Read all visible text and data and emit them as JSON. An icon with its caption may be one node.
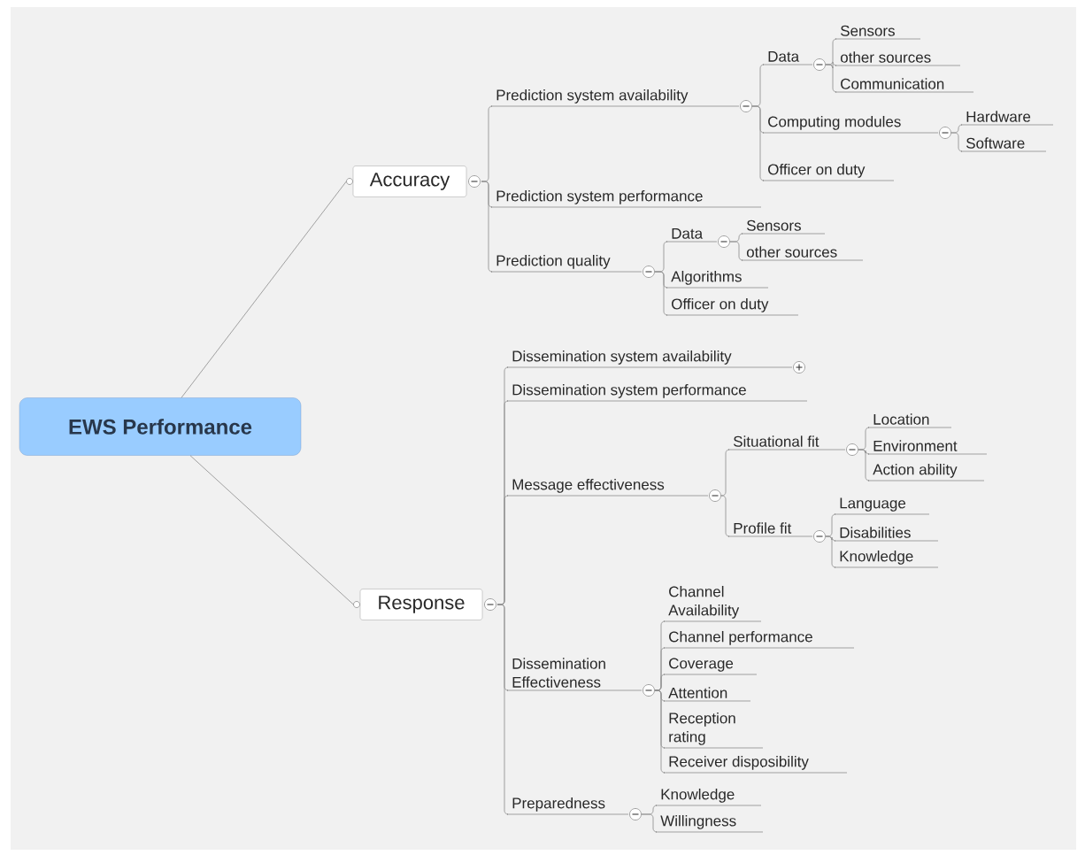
{
  "diagram": {
    "nodes": [
      {
        "text": [
          "EWS Performance"
        ]
      },
      {
        "text": [
          "Accuracy"
        ]
      },
      {
        "text": [
          "Prediction system availability"
        ]
      },
      {
        "text": [
          "Data"
        ]
      },
      {
        "text": [
          "Sensors"
        ]
      },
      {
        "text": [
          "other sources"
        ]
      },
      {
        "text": [
          "Communication"
        ]
      },
      {
        "text": [
          "Computing modules"
        ]
      },
      {
        "text": [
          "Hardware"
        ]
      },
      {
        "text": [
          "Software"
        ]
      },
      {
        "text": [
          "Officer on duty"
        ]
      },
      {
        "text": [
          "Prediction system performance"
        ]
      },
      {
        "text": [
          "Prediction quality"
        ]
      },
      {
        "text": [
          "Data"
        ]
      },
      {
        "text": [
          "Sensors"
        ]
      },
      {
        "text": [
          "other sources"
        ]
      },
      {
        "text": [
          "Algorithms"
        ]
      },
      {
        "text": [
          "Officer on duty"
        ]
      },
      {
        "text": [
          "Response"
        ]
      },
      {
        "text": [
          "Dissemination system availability"
        ]
      },
      {
        "text": [
          "Dissemination system performance"
        ]
      },
      {
        "text": [
          "Message effectiveness"
        ]
      },
      {
        "text": [
          "Situational fit"
        ]
      },
      {
        "text": [
          "Location"
        ]
      },
      {
        "text": [
          "Environment"
        ]
      },
      {
        "text": [
          "Action ability"
        ]
      },
      {
        "text": [
          "Profile fit"
        ]
      },
      {
        "text": [
          "Language"
        ]
      },
      {
        "text": [
          "Disabilities"
        ]
      },
      {
        "text": [
          "Knowledge"
        ]
      },
      {
        "text": [
          "Dissemination Effectiveness"
        ]
      },
      {
        "text": [
          "Channel Availability"
        ]
      },
      {
        "text": [
          "Channel performance"
        ]
      },
      {
        "text": [
          "Coverage"
        ]
      },
      {
        "text": [
          "Attention"
        ]
      },
      {
        "text": [
          "Reception rating"
        ]
      },
      {
        "text": [
          "Receiver disposibility"
        ]
      },
      {
        "text": [
          "Preparedness"
        ]
      },
      {
        "text": [
          "Knowledge"
        ]
      },
      {
        "text": [
          "Willingness"
        ]
      }
    ],
    "edges": [
      {
        "from": 0,
        "to": 1,
        "arrow": "none"
      },
      {
        "from": 1,
        "to": 2,
        "arrow": "none"
      },
      {
        "from": 1,
        "to": 11,
        "arrow": "none"
      },
      {
        "from": 1,
        "to": 12,
        "arrow": "none"
      },
      {
        "from": 2,
        "to": 3,
        "arrow": "none"
      },
      {
        "from": 2,
        "to": 7,
        "arrow": "none"
      },
      {
        "from": 2,
        "to": 10,
        "arrow": "none"
      },
      {
        "from": 3,
        "to": 4,
        "arrow": "none"
      },
      {
        "from": 3,
        "to": 5,
        "arrow": "none"
      },
      {
        "from": 3,
        "to": 6,
        "arrow": "none"
      },
      {
        "from": 7,
        "to": 8,
        "arrow": "none"
      },
      {
        "from": 7,
        "to": 9,
        "arrow": "none"
      },
      {
        "from": 12,
        "to": 13,
        "arrow": "none"
      },
      {
        "from": 12,
        "to": 16,
        "arrow": "none"
      },
      {
        "from": 12,
        "to": 17,
        "arrow": "none"
      },
      {
        "from": 13,
        "to": 14,
        "arrow": "none"
      },
      {
        "from": 13,
        "to": 15,
        "arrow": "none"
      },
      {
        "from": 0,
        "to": 18,
        "arrow": "none"
      },
      {
        "from": 18,
        "to": 19,
        "arrow": "none"
      },
      {
        "from": 18,
        "to": 20,
        "arrow": "none"
      },
      {
        "from": 18,
        "to": 21,
        "arrow": "none"
      },
      {
        "from": 18,
        "to": 30,
        "arrow": "none"
      },
      {
        "from": 18,
        "to": 37,
        "arrow": "none"
      },
      {
        "from": 21,
        "to": 22,
        "arrow": "none"
      },
      {
        "from": 21,
        "to": 26,
        "arrow": "none"
      },
      {
        "from": 22,
        "to": 23,
        "arrow": "none"
      },
      {
        "from": 22,
        "to": 24,
        "arrow": "none"
      },
      {
        "from": 22,
        "to": 25,
        "arrow": "none"
      },
      {
        "from": 26,
        "to": 27,
        "arrow": "none"
      },
      {
        "from": 26,
        "to": 28,
        "arrow": "none"
      },
      {
        "from": 26,
        "to": 29,
        "arrow": "none"
      },
      {
        "from": 30,
        "to": 31,
        "arrow": "none"
      },
      {
        "from": 30,
        "to": 32,
        "arrow": "none"
      },
      {
        "from": 30,
        "to": 33,
        "arrow": "none"
      },
      {
        "from": 30,
        "to": 34,
        "arrow": "none"
      },
      {
        "from": 30,
        "to": 35,
        "arrow": "none"
      },
      {
        "from": 30,
        "to": 36,
        "arrow": "none"
      },
      {
        "from": 37,
        "to": 38,
        "arrow": "none"
      },
      {
        "from": 37,
        "to": 39,
        "arrow": "none"
      }
    ]
  }
}
